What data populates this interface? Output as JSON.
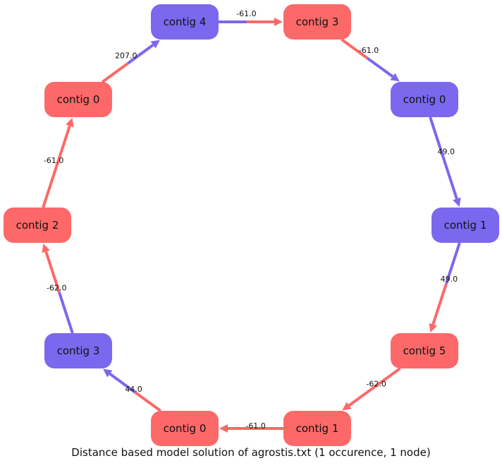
{
  "caption": "Distance based model solution of agrostis.txt (1 occurence, 1 node)",
  "colors": {
    "red": "#fd6868",
    "purple": "#7b68ee"
  },
  "nodes": [
    {
      "id": "n-c4",
      "label": "contig 4",
      "color": "purple"
    },
    {
      "id": "n-c3-top",
      "label": "contig 3",
      "color": "red"
    },
    {
      "id": "n-c0-right",
      "label": "contig 0",
      "color": "purple"
    },
    {
      "id": "n-c1-right",
      "label": "contig 1",
      "color": "purple"
    },
    {
      "id": "n-c5",
      "label": "contig 5",
      "color": "red"
    },
    {
      "id": "n-c1-bot",
      "label": "contig 1",
      "color": "red"
    },
    {
      "id": "n-c0-bot",
      "label": "contig 0",
      "color": "red"
    },
    {
      "id": "n-c3-left",
      "label": "contig 3",
      "color": "purple"
    },
    {
      "id": "n-c2",
      "label": "contig 2",
      "color": "red"
    },
    {
      "id": "n-c0-left",
      "label": "contig 0",
      "color": "red"
    }
  ],
  "edges": [
    {
      "from": "n-c4",
      "to": "n-c3-top",
      "label": "-61.0",
      "tail": "purple",
      "head": "red"
    },
    {
      "from": "n-c3-top",
      "to": "n-c0-right",
      "label": "-61.0",
      "tail": "red",
      "head": "purple"
    },
    {
      "from": "n-c0-right",
      "to": "n-c1-right",
      "label": "49.0",
      "tail": "purple",
      "head": "purple"
    },
    {
      "from": "n-c1-right",
      "to": "n-c5",
      "label": "49.0",
      "tail": "purple",
      "head": "red"
    },
    {
      "from": "n-c5",
      "to": "n-c1-bot",
      "label": "-62.0",
      "tail": "red",
      "head": "red"
    },
    {
      "from": "n-c1-bot",
      "to": "n-c0-bot",
      "label": "-61.0",
      "tail": "red",
      "head": "red"
    },
    {
      "from": "n-c0-bot",
      "to": "n-c3-left",
      "label": "44.0",
      "tail": "red",
      "head": "purple"
    },
    {
      "from": "n-c3-left",
      "to": "n-c2",
      "label": "-62.0",
      "tail": "purple",
      "head": "red"
    },
    {
      "from": "n-c2",
      "to": "n-c0-left",
      "label": "-61.0",
      "tail": "red",
      "head": "red"
    },
    {
      "from": "n-c0-left",
      "to": "n-c4",
      "label": "207.0",
      "tail": "red",
      "head": "purple"
    }
  ]
}
